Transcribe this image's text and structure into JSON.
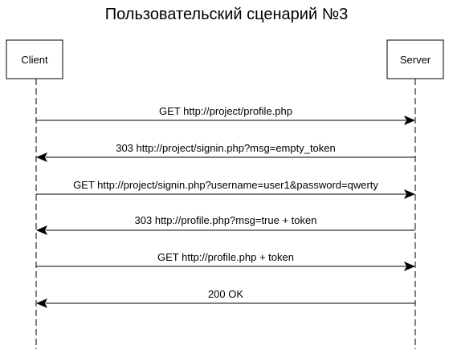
{
  "title": "Пользовательский сценарий №3",
  "participants": [
    {
      "id": "client",
      "label": "Client"
    },
    {
      "id": "server",
      "label": "Server"
    }
  ],
  "messages": [
    {
      "from": "client",
      "to": "server",
      "label": "GET http://project/profile.php"
    },
    {
      "from": "server",
      "to": "client",
      "label": "303 http://project/signin.php?msg=empty_token"
    },
    {
      "from": "client",
      "to": "server",
      "label": "GET http://project/signin.php?username=user1&password=qwerty"
    },
    {
      "from": "server",
      "to": "client",
      "label": "303 http://profile.php?msg=true + token"
    },
    {
      "from": "client",
      "to": "server",
      "label": "GET http://profile.php + token"
    },
    {
      "from": "server",
      "to": "client",
      "label": "200 OK"
    }
  ]
}
